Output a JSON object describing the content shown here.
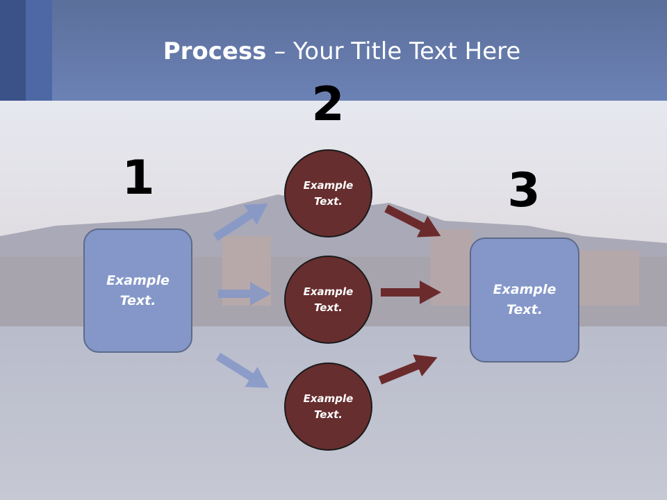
{
  "slide": {
    "title_bold": "Process",
    "title_rest": " – Your Title Text Here"
  },
  "steps": {
    "one": "1",
    "two": "2",
    "three": "3"
  },
  "nodes": {
    "left_box": "Example\nText.",
    "circle_top": "Example\nText.",
    "circle_middle": "Example\nText.",
    "circle_bottom": "Example\nText.",
    "right_box": "Example\nText."
  },
  "colors": {
    "header": "#6c82b5",
    "box_fill": "#8497c8",
    "circle_fill": "#672e2f",
    "blue_arrow": "#8497c8",
    "red_arrow": "#6b2b2c"
  }
}
